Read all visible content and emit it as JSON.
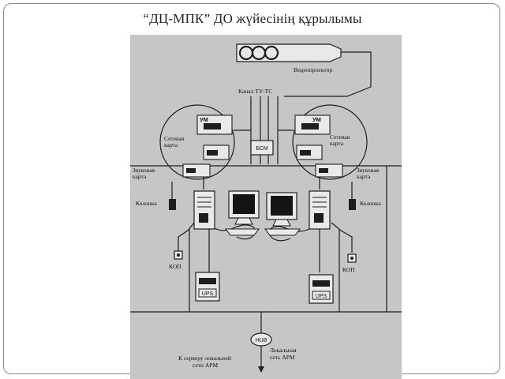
{
  "title": "“ДЦ-МПК” ДО жүйесінің құрылымы",
  "labels": {
    "projector": "Видеопроектор",
    "channel": "Канал ТУ-ТС",
    "um": "УМ",
    "network_card": [
      "Сетевая",
      "карта"
    ],
    "sound_card": [
      "Звуковая",
      "карта"
    ],
    "bsm": "БСМ",
    "speaker": "Колонка",
    "kop": "КОП",
    "ups": "UPS",
    "hub": "HUB",
    "server_link": [
      "К серверу локальной",
      "сети АРМ"
    ],
    "local_network": [
      "Локальная",
      "сеть АРМ"
    ]
  },
  "colors": {
    "panel": "#c6c6c6",
    "line": "#1e1e1e",
    "device": "#e9e9e9",
    "screen": "#141414"
  }
}
